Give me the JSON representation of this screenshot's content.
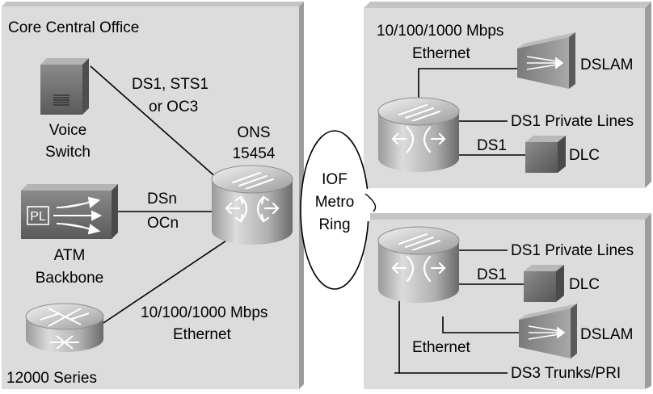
{
  "core_office": {
    "title": "Core Central Office",
    "voice_switch": {
      "line1": "Voice",
      "line2": "Switch"
    },
    "atm_backbone": {
      "line1": "ATM",
      "line2": "Backbone",
      "badge": "PL"
    },
    "router_12000": {
      "label": "12000 Series"
    },
    "ons": {
      "line1": "ONS",
      "line2": "15454"
    },
    "link_voice": {
      "line1": "DS1, STS1",
      "line2": "or OC3"
    },
    "link_atm": {
      "line1": "DSn",
      "line2": "OCn"
    },
    "link_router": {
      "line1": "10/100/1000 Mbps",
      "line2": "Ethernet"
    }
  },
  "iof": {
    "line1": "IOF",
    "line2": "Metro",
    "line3": "Ring"
  },
  "remote_top": {
    "ethernet_line1": "10/100/1000 Mbps",
    "ethernet_line2": "Ethernet",
    "dslam": "DSLAM",
    "private_lines": "DS1 Private Lines",
    "ds1": "DS1",
    "dlc": "DLC"
  },
  "remote_bottom": {
    "private_lines": "DS1 Private Lines",
    "ds1": "DS1",
    "dlc": "DLC",
    "dslam": "DSLAM",
    "ethernet": "Ethernet",
    "ds3": "DS3 Trunks/PRI"
  },
  "colors": {
    "panel": "#dcdcdc",
    "panel_edge": "#a8a8a8",
    "device_dark": "#6e6e6e",
    "device_light": "#c8c8c8"
  }
}
